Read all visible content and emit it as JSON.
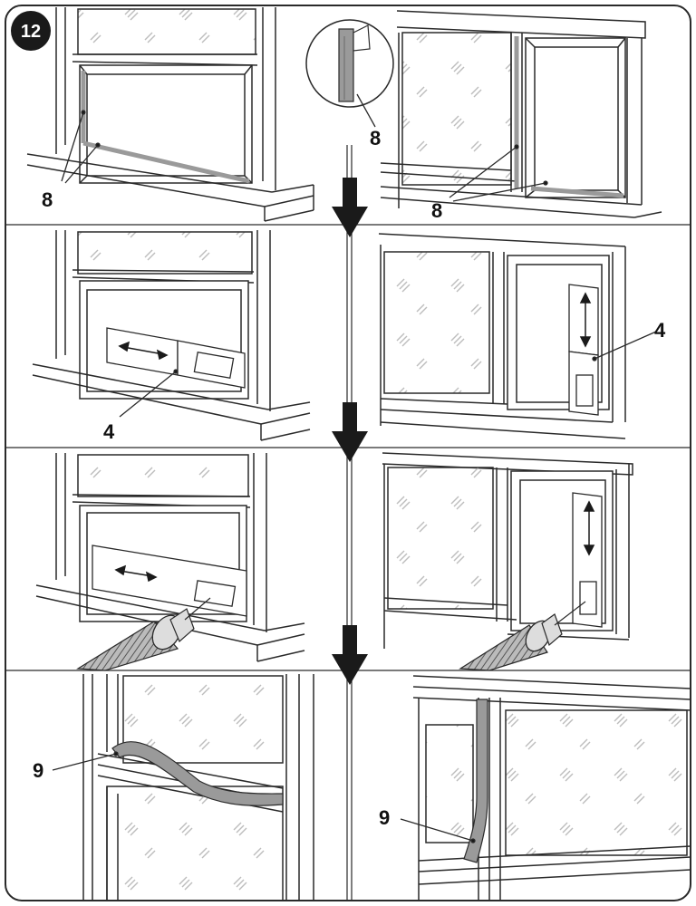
{
  "step_badge": "12",
  "labels": {
    "p1_left": "8",
    "p1_detail": "8",
    "p1_right": "8",
    "p2_left": "4",
    "p2_right": "4",
    "p4_left": "9",
    "p4_right": "9"
  },
  "colors": {
    "line": "#2a2a2a",
    "strip": "#9a9a9a",
    "glass": "#bdbdbd",
    "badge": "#1a1a1a",
    "hose": "#8c8c8c"
  }
}
